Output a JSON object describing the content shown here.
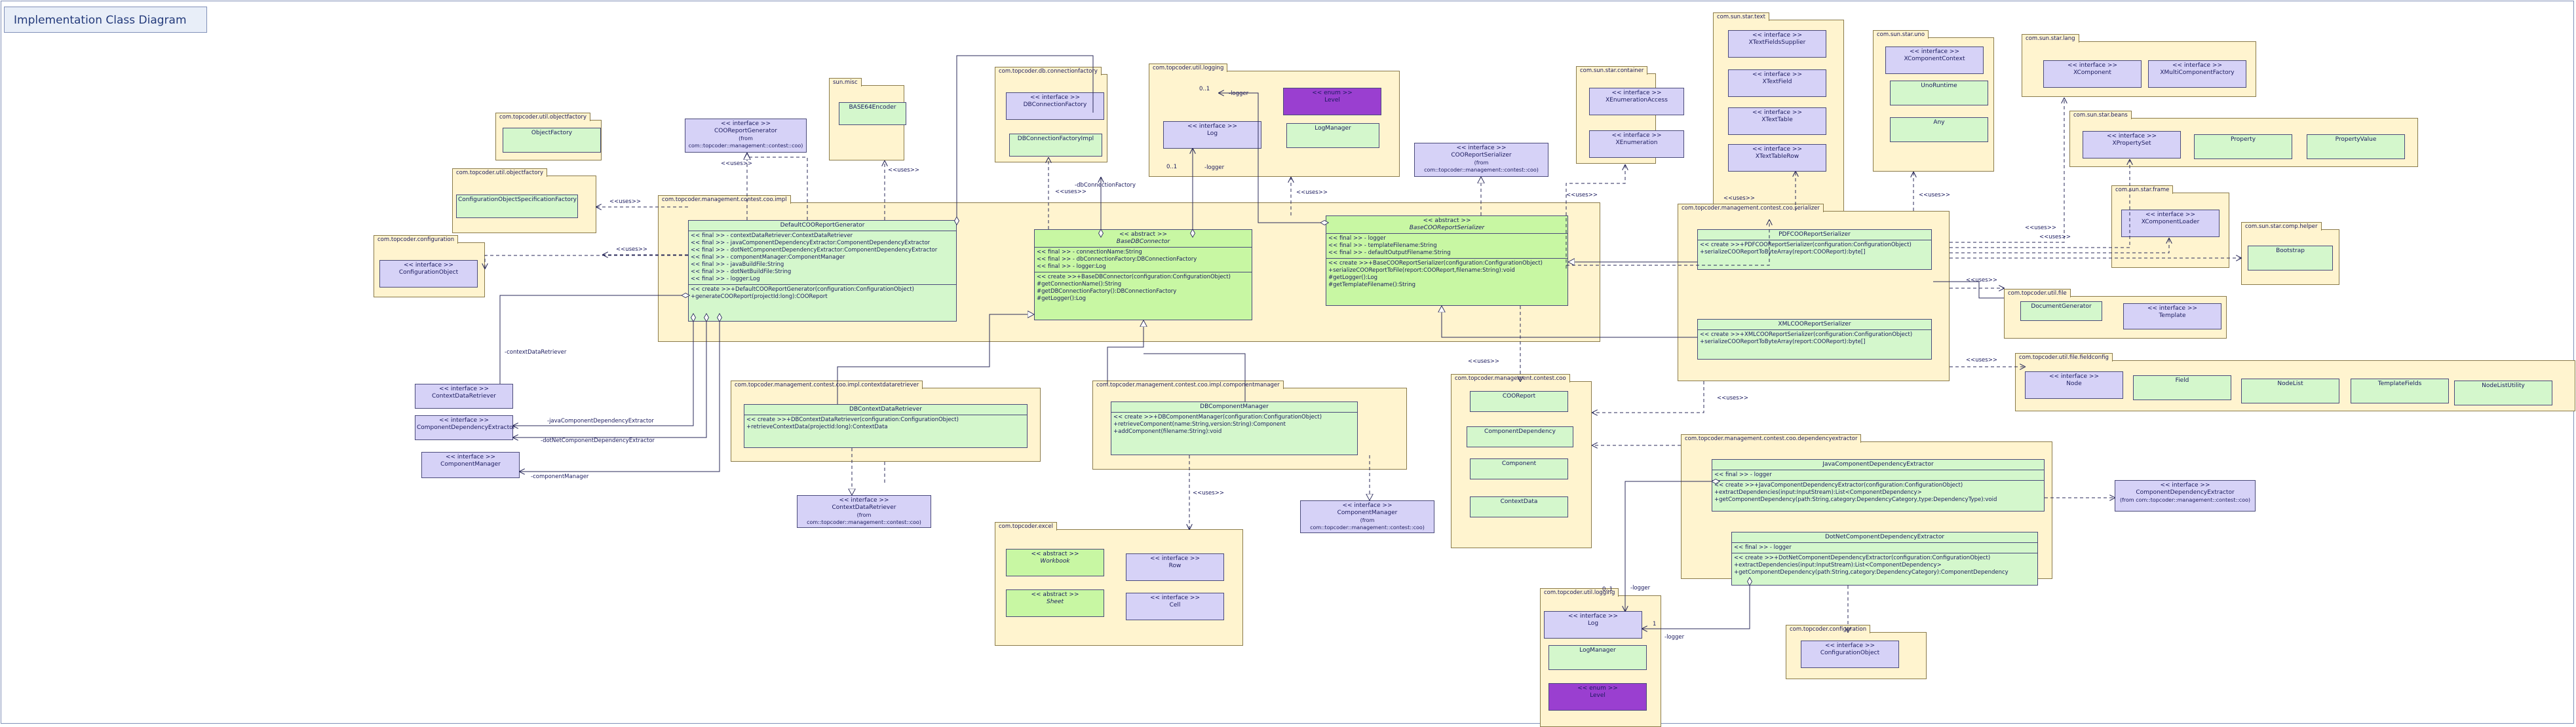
{
  "title": "Implementation Class Diagram",
  "stereotypes": {
    "interface": "<< interface >>",
    "abstract": "<< abstract >>",
    "enum": "<< enum >>",
    "uses": "<<uses>>",
    "from_prefix": "(from com::topcoder::management::contest::coo)"
  },
  "packages": [
    {
      "id": "util-objectfactory",
      "label": "com.topcoder.util.objectfactory"
    },
    {
      "id": "util-objectfactory2",
      "label": "com.topcoder.util.objectfactory"
    },
    {
      "id": "configuration",
      "label": "com.topcoder.configuration"
    },
    {
      "id": "sun-misc",
      "label": "sun.misc"
    },
    {
      "id": "db-connectionfactory",
      "label": "com.topcoder.db.connectionfactory"
    },
    {
      "id": "util-logging",
      "label": "com.topcoder.util.logging"
    },
    {
      "id": "coo-impl",
      "label": "com.topcoder.management.contest.coo.impl"
    },
    {
      "id": "coo-impl-contextretriever",
      "label": "com.topcoder.management.contest.coo.impl.contextdataretriever"
    },
    {
      "id": "coo-impl-componentmanager",
      "label": "com.topcoder.management.contest.coo.impl.componentmanager"
    },
    {
      "id": "excel",
      "label": "com.topcoder.excel"
    },
    {
      "id": "coo",
      "label": "com.topcoder.management.contest.coo"
    },
    {
      "id": "star-container",
      "label": "com.sun.star.container"
    },
    {
      "id": "star-text",
      "label": "com.sun.star.text"
    },
    {
      "id": "star-uno",
      "label": "com.sun.star.uno"
    },
    {
      "id": "star-lang",
      "label": "com.sun.star.lang"
    },
    {
      "id": "star-beans",
      "label": "com.sun.star.beans"
    },
    {
      "id": "star-frame",
      "label": "com.sun.star.frame"
    },
    {
      "id": "star-comp-helper",
      "label": "com.sun.star.comp.helper"
    },
    {
      "id": "coo-serializer",
      "label": "com.topcoder.management.contest.coo.serializer"
    },
    {
      "id": "util-file",
      "label": "com.topcoder.util.file"
    },
    {
      "id": "util-file-fieldconfig",
      "label": "com.topcoder.util.file.fieldconfig"
    },
    {
      "id": "coo-dependencyextractor",
      "label": "com.topcoder.management.contest.coo.dependencyextractor"
    },
    {
      "id": "util-logging2",
      "label": "com.topcoder.util.logging"
    },
    {
      "id": "configuration2",
      "label": "com.topcoder.configuration"
    }
  ],
  "classes": {
    "objectfactory": {
      "name": "ObjectFactory"
    },
    "config-spec-factory": {
      "name": "ConfigurationObjectSpecificationFactory"
    },
    "configuration-object": {
      "name": "ConfigurationObject"
    },
    "base64encoder": {
      "name": "BASE64Encoder"
    },
    "dbconnectionfactory": {
      "name": "DBConnectionFactory"
    },
    "dbconnectionfactoryimpl": {
      "name": "DBConnectionFactoryImpl"
    },
    "log": {
      "name": "Log"
    },
    "level": {
      "name": "Level"
    },
    "logmanager": {
      "name": "LogManager"
    },
    "coo-report-generator-iface": {
      "name": "COOReportGenerator",
      "from": "(from com::topcoder::management::contest::coo)"
    },
    "coo-report-serializer-iface": {
      "name": "COOReportSerializer",
      "from": "(from com::topcoder::management::contest::coo)"
    },
    "default-generator": {
      "name": "DefaultCOOReportGenerator",
      "attrs": [
        "<< final >> - contextDataRetriever:ContextDataRetriever",
        "<< final >> - javaComponentDependencyExtractor:ComponentDependencyExtractor",
        "<< final >> - dotNetComponentDependencyExtractor:ComponentDependencyExtractor",
        "<< final >> - componentManager:ComponentManager",
        "<< final >> - javaBuildFile:String",
        "<< final >> - dotNetBuildFile:String",
        "<< final >> - logger:Log"
      ],
      "ops": [
        "<< create >>+DefaultCOOReportGenerator(configuration:ConfigurationObject)",
        "+generateCOOReport(projectId:long):COOReport"
      ]
    },
    "base-db-connector": {
      "name": "BaseDBConnector",
      "attrs": [
        "<< final >> - connectionName:String",
        "<< final >> - dbConnectionFactory:DBConnectionFactory",
        "<< final >> - logger:Log"
      ],
      "ops": [
        "<< create >>+BaseDBConnector(configuration:ConfigurationObject)",
        "#getConnectionName():String",
        "#getDBConnectionFactory():DBConnectionFactory",
        "#getLogger():Log"
      ]
    },
    "base-coo-serializer": {
      "name": "BaseCOOReportSerializer",
      "attrs": [
        "<< final >> - logger",
        "<< final >> - templateFilename:String",
        "<< final >> - defaultOutputFilename:String"
      ],
      "ops": [
        "<< create >>+BaseCOOReportSerializer(configuration:ConfigurationObject)",
        "+serializeCOOReportToFile(report:COOReport,filename:String):void",
        "#getLogger():Log",
        "#getTemplateFilename():String"
      ]
    },
    "context-retriever-iface": {
      "name": "ContextDataRetriever"
    },
    "component-dependency-extractor-iface": {
      "name": "ComponentDependencyExtractor"
    },
    "component-manager-iface": {
      "name": "ComponentManager"
    },
    "db-context-retriever": {
      "name": "DBContextDataRetriever",
      "ops": [
        "<< create >>+DBContextDataRetriever(configuration:ConfigurationObject)",
        "+retrieveContextData(projectId:long):ContextData"
      ]
    },
    "context-retriever-from": {
      "name": "ContextDataRetriever",
      "from": "(from com::topcoder::management::contest::coo)"
    },
    "db-component-manager": {
      "name": "DBComponentManager",
      "ops": [
        "<< create >>+DBComponentManager(configuration:ConfigurationObject)",
        "+retrieveComponent(name:String,version:String):Component",
        "+addComponent(filename:String):void"
      ]
    },
    "component-manager-from": {
      "name": "ComponentManager",
      "from": "(from com::topcoder::management::contest::coo)"
    },
    "workbook": {
      "name": "Workbook"
    },
    "row": {
      "name": "Row"
    },
    "sheet": {
      "name": "Sheet"
    },
    "cell": {
      "name": "Cell"
    },
    "cooreport": {
      "name": "COOReport"
    },
    "component-dependency": {
      "name": "ComponentDependency"
    },
    "component": {
      "name": "Component"
    },
    "contextdata": {
      "name": "ContextData"
    },
    "xenumerationaccess": {
      "name": "XEnumerationAccess"
    },
    "xenumeration": {
      "name": "XEnumeration"
    },
    "xtextfieldssupplier": {
      "name": "XTextFieldsSupplier"
    },
    "xtextfield": {
      "name": "XTextField"
    },
    "xtexttable": {
      "name": "XTextTable"
    },
    "xtexttablerow": {
      "name": "XTextTableRow"
    },
    "xcomponentcontext": {
      "name": "XComponentContext"
    },
    "unoruntime": {
      "name": "UnoRuntime"
    },
    "any": {
      "name": "Any"
    },
    "xcomponent": {
      "name": "XComponent"
    },
    "xmulticomponentfactory": {
      "name": "XMultiComponentFactory"
    },
    "xpropertyset": {
      "name": "XPropertySet"
    },
    "property": {
      "name": "Property"
    },
    "propertyvalue": {
      "name": "PropertyValue"
    },
    "xcomponentloader": {
      "name": "XComponentLoader"
    },
    "bootstrap": {
      "name": "Bootstrap"
    },
    "pdf-serializer": {
      "name": "PDFCOOReportSerializer",
      "ops": [
        "<< create >>+PDFCOOReportSerializer(configuration:ConfigurationObject)",
        "+serializeCOOReportToByteArray(report:COOReport):byte[]"
      ]
    },
    "xml-serializer": {
      "name": "XMLCOOReportSerializer",
      "ops": [
        "<< create >>+XMLCOOReportSerializer(configuration:ConfigurationObject)",
        "+serializeCOOReportToByteArray(report:COOReport):byte[]"
      ]
    },
    "document-generator": {
      "name": "DocumentGenerator"
    },
    "template": {
      "name": "Template"
    },
    "node": {
      "name": "Node"
    },
    "field": {
      "name": "Field"
    },
    "nodelist": {
      "name": "NodeList"
    },
    "templatefields": {
      "name": "TemplateFields"
    },
    "nodelistutility": {
      "name": "NodeListUtility"
    },
    "java-extractor": {
      "name": "JavaComponentDependencyExtractor",
      "attrs": [
        "<< final >> - logger"
      ],
      "ops": [
        "<< create >>+JavaComponentDependencyExtractor(configuration:ConfigurationObject)",
        "+extractDependencies(input:InputStream):List<ComponentDependency>",
        "+getComponentDependency(path:String,category:DependencyCategory,type:DependencyType):void"
      ]
    },
    "dotnet-extractor": {
      "name": "DotNetComponentDependencyExtractor",
      "attrs": [
        "<< final >> - logger"
      ],
      "ops": [
        "<< create >>+DotNetComponentDependencyExtractor(configuration:ConfigurationObject)",
        "+extractDependencies(input:InputStream):List<ComponentDependency>",
        "+getComponentDependency(path:String,category:DependencyCategory):ComponentDependency"
      ]
    },
    "component-dependency-extractor-from": {
      "name": "ComponentDependencyExtractor",
      "from": "(from com::topcoder::management::contest::coo)"
    },
    "log2": {
      "name": "Log"
    },
    "logmanager2": {
      "name": "LogManager"
    },
    "level2": {
      "name": "Level"
    },
    "configuration-object2": {
      "name": "ConfigurationObject"
    }
  },
  "edge_labels": {
    "context_data_retriever": "-contextDataRetriever",
    "java_extractor": "-javaComponentDependencyExtractor",
    "dotnet_extractor": "-dotNetComponentDependencyExtractor",
    "component_manager": "-componentManager",
    "logger": "-logger",
    "db_connection_factory": "-dbConnectionFactory",
    "mult_01": "0..1",
    "mult_1": "1"
  }
}
